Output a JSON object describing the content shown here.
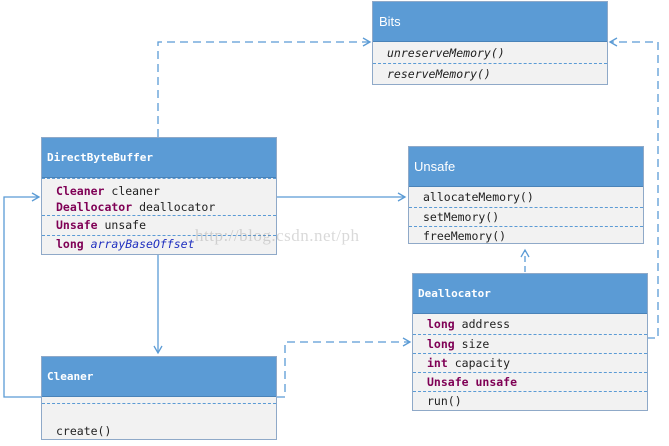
{
  "watermark": "http://blog.csdn.net/ph",
  "bits": {
    "title": "Bits",
    "methods": [
      "unreserveMemory()",
      "reserveMemory()"
    ]
  },
  "direct_byte_buffer": {
    "title": "DirectByteBuffer",
    "fields": [
      {
        "type": "Cleaner",
        "name": "cleaner"
      },
      {
        "type": "Deallocator",
        "name": "deallocator"
      },
      {
        "type": "Unsafe",
        "name": "unsafe"
      },
      {
        "type": "long",
        "name": "arrayBaseOffset"
      }
    ]
  },
  "unsafe_class": {
    "title": "Unsafe",
    "methods": [
      "allocateMemory()",
      "setMemory()",
      "freeMemory()"
    ]
  },
  "deallocator": {
    "title": "Deallocator",
    "fields": [
      {
        "type": "long",
        "name": "address"
      },
      {
        "type": "long",
        "name": "size"
      },
      {
        "type": "int",
        "name": "capacity"
      },
      {
        "type": "Unsafe",
        "name": "unsafe"
      }
    ],
    "methods": [
      "run()"
    ]
  },
  "cleaner": {
    "title": "Cleaner",
    "methods": [
      "create()"
    ]
  },
  "colors": {
    "header": "#5b9bd5",
    "body": "#f2f2f2",
    "keyword": "#7f0055",
    "line": "#5b9bd5"
  }
}
